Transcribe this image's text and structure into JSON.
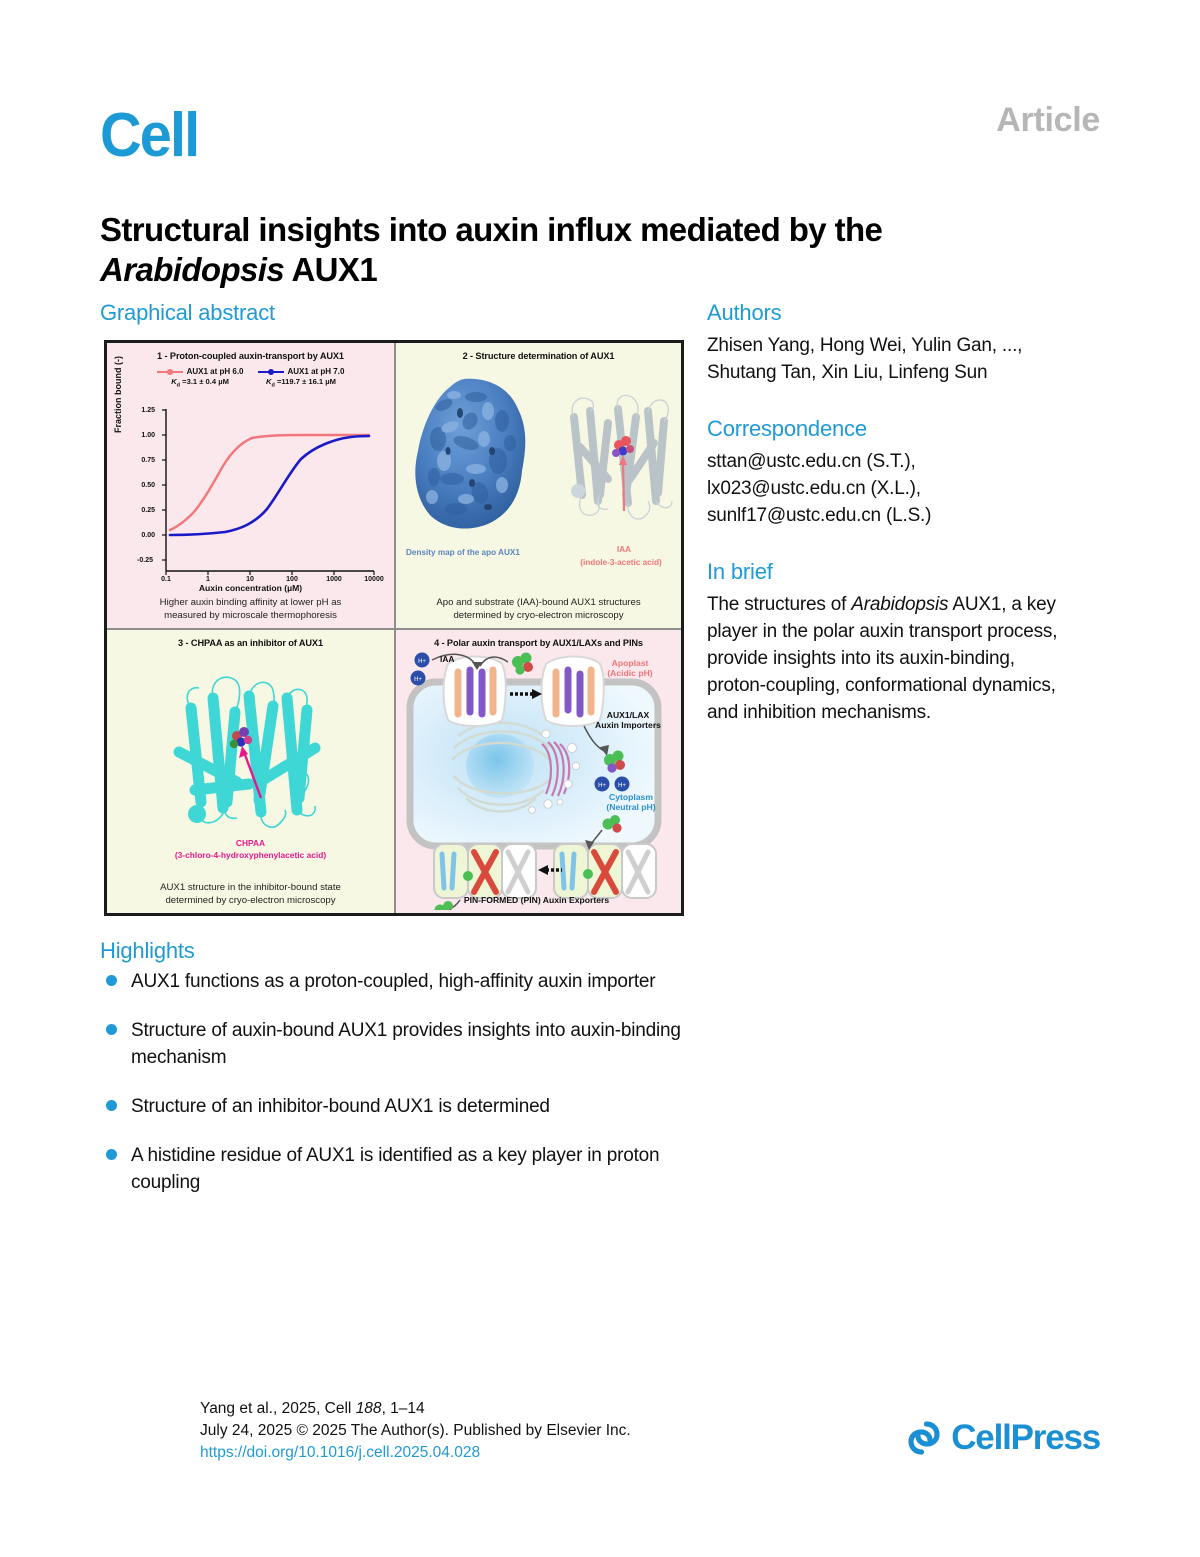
{
  "header": {
    "journal_logo": "Cell",
    "article_type": "Article"
  },
  "title": {
    "line1": "Structural insights into auxin influx mediated by the",
    "italic_word": "Arabidopsis",
    "line2_rest": " AUX1"
  },
  "graphical_abstract": {
    "heading": "Graphical abstract",
    "panels": [
      {
        "id": 1,
        "title": "1 - Proton-coupled auxin-transport by AUX1",
        "caption_line1": "Higher auxin binding affinity at lower pH as",
        "caption_line2": "measured by microscale thermophoresis",
        "background": "#fbe8ec"
      },
      {
        "id": 2,
        "title": "2 - Structure determination of AUX1",
        "label_density": "Density map of the apo AUX1",
        "label_iaa": "IAA",
        "label_iaa_full": "(indole-3-acetic acid)",
        "caption_line1": "Apo and substrate (IAA)-bound AUX1 structures",
        "caption_line2": "determined by cryo-electron microscopy",
        "background": "#f7f8e3"
      },
      {
        "id": 3,
        "title": "3 - CHPAA as an inhibitor of AUX1",
        "label_chpaa": "CHPAA",
        "label_chpaa_full": "(3-chloro-4-hydroxyphenylacetic acid)",
        "caption_line1": "AUX1 structure in the inhibitor-bound state",
        "caption_line2": "determined by cryo-electron microscopy",
        "background": "#f7f8e3"
      },
      {
        "id": 4,
        "title": "4 - Polar auxin transport by AUX1/LAXs and PINs",
        "label_iaa": "IAA",
        "label_apoplast1": "Apoplast",
        "label_apoplast2": "(Acidic pH)",
        "label_importer1": "AUX1/LAX",
        "label_importer2": "Auxin Importers",
        "label_cytoplasm1": "Cytoplasm",
        "label_cytoplasm2": "(Neutral pH)",
        "label_exporters": "PIN-FORMED (PIN) Auxin Exporters",
        "background": "#fbe8ec"
      }
    ]
  },
  "chart_data": {
    "type": "line",
    "title": "1 - Proton-coupled auxin-transport by AUX1",
    "xlabel": "Auxin concentration (µM)",
    "ylabel": "Fraction bound (-)",
    "xscale": "log",
    "xlim": [
      0.1,
      10000
    ],
    "ylim": [
      -0.25,
      1.25
    ],
    "xticks": [
      "0.1",
      "1",
      "10",
      "100",
      "1000",
      "10000"
    ],
    "yticks": [
      "1.25",
      "1.00",
      "0.75",
      "0.50",
      "0.25",
      "0.00",
      "-0.25"
    ],
    "grid": false,
    "legend_position": "top",
    "series": [
      {
        "name": "AUX1 at pH 6.0",
        "kd_label": "Kd =3.1 ± 0.4 µM",
        "kd_value": 3.1,
        "kd_error": 0.4,
        "color": "#f2767c",
        "x": [
          0.15,
          0.3,
          0.6,
          1,
          2,
          3.1,
          5,
          10,
          20,
          50,
          100,
          300,
          1000,
          5000
        ],
        "y": [
          0.05,
          0.09,
          0.16,
          0.24,
          0.39,
          0.5,
          0.62,
          0.77,
          0.87,
          0.94,
          0.97,
          0.99,
          1.0,
          1.0
        ]
      },
      {
        "name": "AUX1 at pH 7.0",
        "kd_label": "Kd =119.7 ± 16.1 µM",
        "kd_value": 119.7,
        "kd_error": 16.1,
        "color": "#1a1ac8",
        "x": [
          0.15,
          1,
          3,
          10,
          20,
          50,
          100,
          119.7,
          200,
          400,
          800,
          1500,
          3000,
          5000
        ],
        "y": [
          0.0,
          0.01,
          0.02,
          0.05,
          0.09,
          0.22,
          0.45,
          0.5,
          0.66,
          0.8,
          0.89,
          0.94,
          0.97,
          0.98
        ]
      }
    ]
  },
  "highlights": {
    "heading": "Highlights",
    "items": [
      "AUX1 functions as a proton-coupled, high-affinity auxin importer",
      "Structure of auxin-bound AUX1 provides insights into auxin-binding mechanism",
      "Structure of an inhibitor-bound AUX1 is determined",
      "A histidine residue of AUX1 is identified as a key player in proton coupling"
    ]
  },
  "authors": {
    "heading": "Authors",
    "text": "Zhisen Yang, Hong Wei, Yulin Gan, ..., Shutang Tan, Xin Liu, Linfeng Sun"
  },
  "correspondence": {
    "heading": "Correspondence",
    "emails": [
      "sttan@ustc.edu.cn (S.T.),",
      "lx023@ustc.edu.cn (X.L.),",
      "sunlf17@ustc.edu.cn (L.S.)"
    ]
  },
  "in_brief": {
    "heading": "In brief",
    "text_before": "The structures of ",
    "italic": "Arabidopsis",
    "text_after": " AUX1, a key player in the polar auxin transport process, provide insights into its auxin-binding, proton-coupling, conformational dynamics, and inhibition mechanisms."
  },
  "footer": {
    "citation_pre": "Yang et al., 2025, Cell ",
    "citation_volume": "188",
    "citation_post": ", 1–14",
    "date_line": "July 24, 2025 © 2025 The Author(s). Published by Elsevier Inc.",
    "doi": "https://doi.org/10.1016/j.cell.2025.04.028",
    "publisher_logo": "CellPress"
  },
  "colors": {
    "brand_blue": "#1f9ad6",
    "cell_logo_blue": "#1b9ad6",
    "article_gray": "#b6b6b6",
    "panel_pink": "#fbe8ec",
    "panel_cream": "#f7f8e3",
    "curve_ph6": "#f2767c",
    "curve_ph7": "#1a1ac8",
    "chpaa_magenta": "#e6198c",
    "iaa_red": "#f2767c"
  }
}
